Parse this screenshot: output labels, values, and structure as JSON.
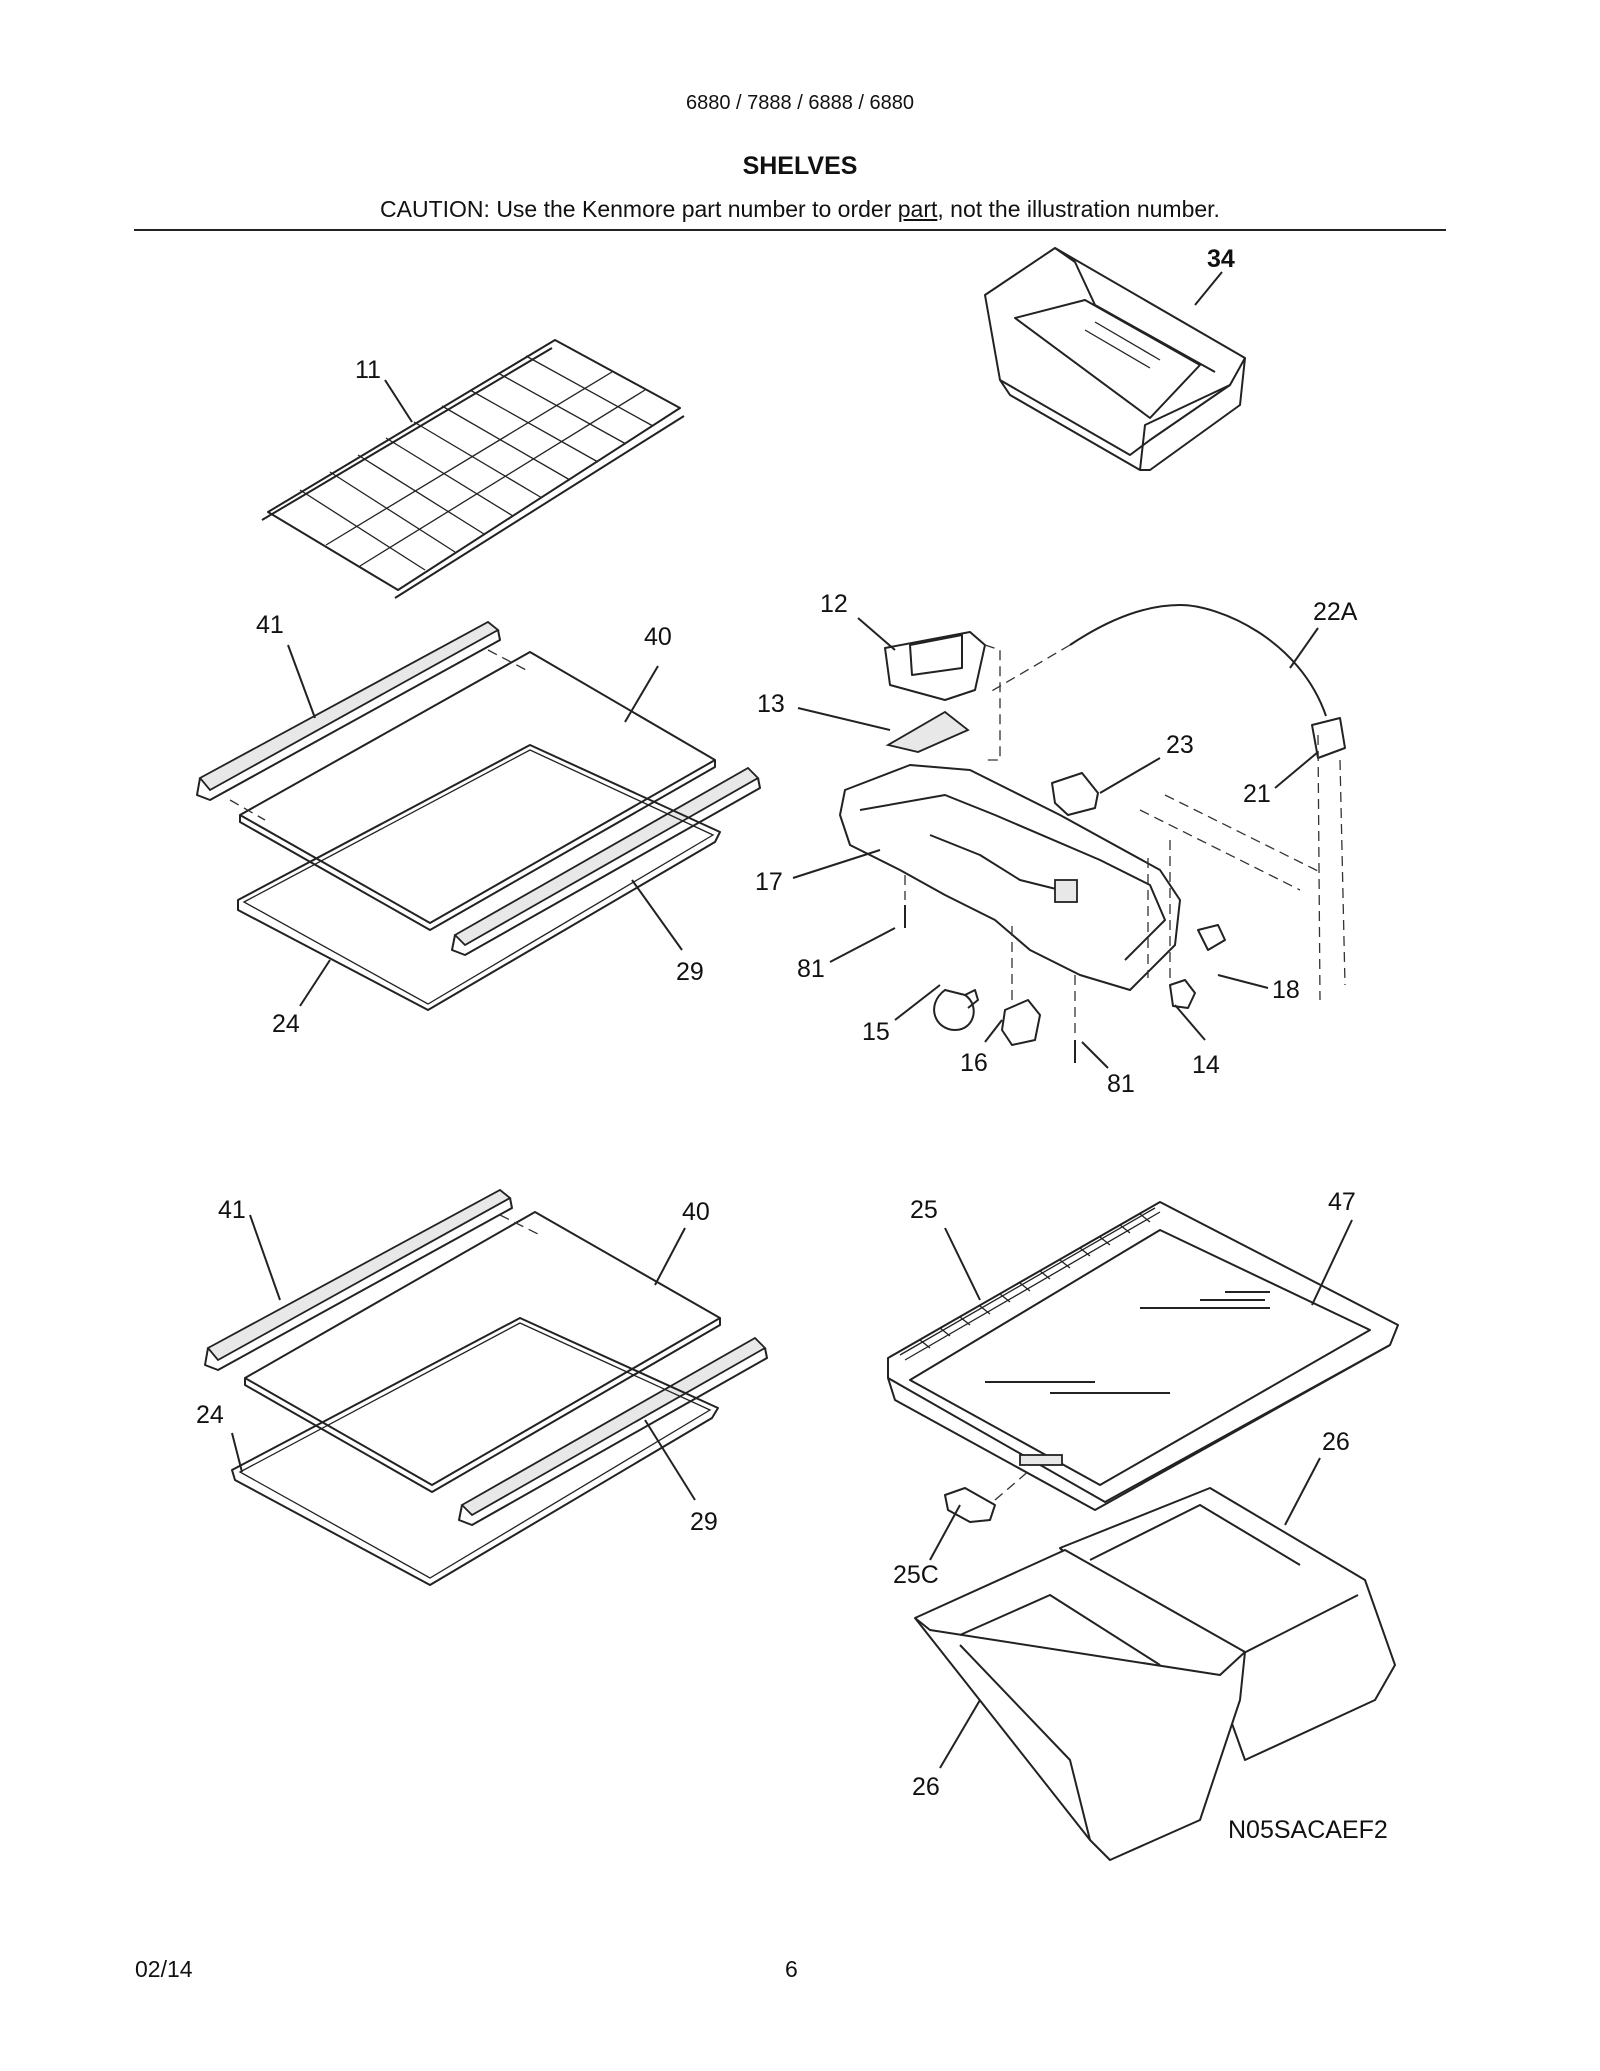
{
  "header": {
    "model_numbers": "6880 / 7888 / 6888 / 6880",
    "section_title": "SHELVES",
    "caution_prefix": "CAUTION: Use the Kenmore part number to order ",
    "caution_underlined": "part",
    "caution_suffix": ", not the illustration number."
  },
  "callouts": {
    "c11": "11",
    "c34": "34",
    "c41a": "41",
    "c40a": "40",
    "c29a": "29",
    "c24a": "24",
    "c12": "12",
    "c22A": "22A",
    "c13": "13",
    "c23": "23",
    "c21": "21",
    "c17": "17",
    "c81a": "81",
    "c18": "18",
    "c15": "15",
    "c16": "16",
    "c81b": "81",
    "c14": "14",
    "c41b": "41",
    "c40b": "40",
    "c24b": "24",
    "c29b": "29",
    "c25": "25",
    "c47": "47",
    "c26a": "26",
    "c25C": "25C",
    "c26b": "26"
  },
  "diagram_code": "N05SACAEF2",
  "footer": {
    "date": "02/14",
    "page_number": "6"
  }
}
